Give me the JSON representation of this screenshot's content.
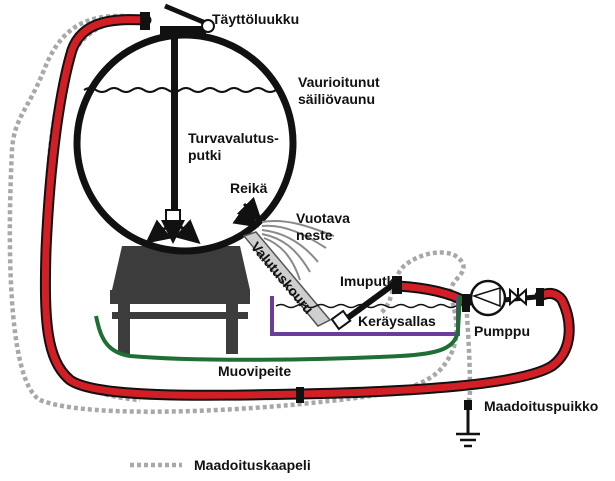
{
  "labels": {
    "filling_hatch": "Täyttöluukku",
    "damaged_tank_line1": "Vaurioitunut",
    "damaged_tank_line2": "säiliövaunu",
    "drain_pipe_line1": "Turvavalutus-",
    "drain_pipe_line2": "putki",
    "hole": "Reikä",
    "leaking_liquid_line1": "Vuotava",
    "leaking_liquid_line2": "neste",
    "drain_chute": "Valutuskouru",
    "suction_pipe": "Imuputki",
    "collection_basin": "Keräysallas",
    "pump": "Pumppu",
    "plastic_cover": "Muovipeite",
    "grounding_rod": "Maadoituspuikko",
    "grounding_cable": "Maadoituskaapeli"
  },
  "colors": {
    "hose": "#d21f26",
    "cover": "#1e6f33",
    "basin": "#6a3d9a",
    "cable": "#a8a8a8",
    "outline": "#111111",
    "chute": "#cfcfcf"
  }
}
